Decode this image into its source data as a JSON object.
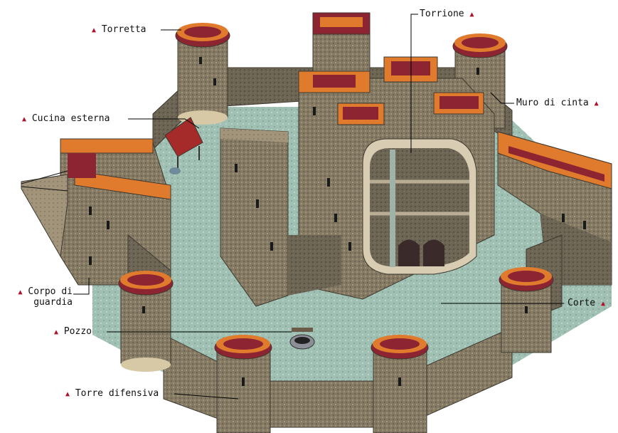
{
  "labels": {
    "torretta": "Torretta",
    "torrione": "Torrione",
    "cucina": "Cucina esterna",
    "muro": "Muro di cinta",
    "corpo": "Corpo di",
    "guardia": "guardia",
    "corte": "Corte",
    "pozzo": "Pozzo",
    "torre": "Torre difensiva"
  },
  "colors": {
    "marker": "#b0102a",
    "stone": "#8a7f6a",
    "stone_dark": "#5d5648",
    "stone_light": "#a89a7e",
    "battlement_orange": "#e07a2c",
    "battlement_red": "#8c2531",
    "courtyard": "#9dbfb2",
    "leader": "#000000"
  },
  "marker_icon": "triangle-up-icon"
}
